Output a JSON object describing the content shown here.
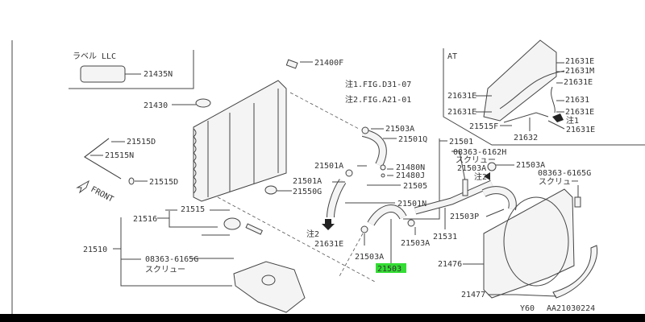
{
  "diagram": {
    "section_labels": {
      "label_llc": "ラベル LLC",
      "at": "AT"
    },
    "notes": [
      "注1.FIG.D31-07",
      "注2.FIG.A21-01"
    ],
    "front": "FRONT",
    "highlighted_part": "21503",
    "highlight_color": "#33dd33",
    "parts": {
      "p21435N": "21435N",
      "p21400F": "21400F",
      "p21430": "21430",
      "p21515D_a": "21515D",
      "p21515N": "21515N",
      "p21515D_b": "21515D",
      "p21503A_a": "21503A",
      "p21501Q": "21501Q",
      "p21501": "21501",
      "p21501A_a": "21501A",
      "p21480N": "21480N",
      "p21480J": "21480J",
      "p21501A_b": "21501A",
      "p21550G": "21550G",
      "p21505": "21505",
      "p21501N": "21501N",
      "p21515": "21515",
      "p21516": "21516",
      "note2_a": "注2",
      "p21631E_a": "21631E",
      "p21503A_b": "21503A",
      "p21503A_c": "21503A",
      "p21531": "21531",
      "p21510": "21510",
      "p08363_6165G_a": "08363-6165G",
      "screw_a": "スクリュー",
      "p21631E_b": "21631E",
      "p21631M": "21631M",
      "p21631E_c": "21631E",
      "p21631E_d": "21631E",
      "p21631": "21631",
      "p21631E_e": "21631E",
      "p21631E_f": "21631E",
      "note1": "注1",
      "p21631E_g": "21631E",
      "p21515F": "21515F",
      "p21632": "21632",
      "p08363_6162H": "08363-6162H",
      "screw_b": "スクリュー",
      "p21503A_d": "21503A",
      "note2_b": "注2",
      "p21503A_e": "21503A",
      "p08363_6165G_b": "08363-6165G",
      "screw_c": "スクリュー",
      "p21503P": "21503P",
      "p21476": "21476",
      "p21477": "21477"
    },
    "footer": {
      "model": "Y60",
      "code": "AA21030224"
    }
  }
}
